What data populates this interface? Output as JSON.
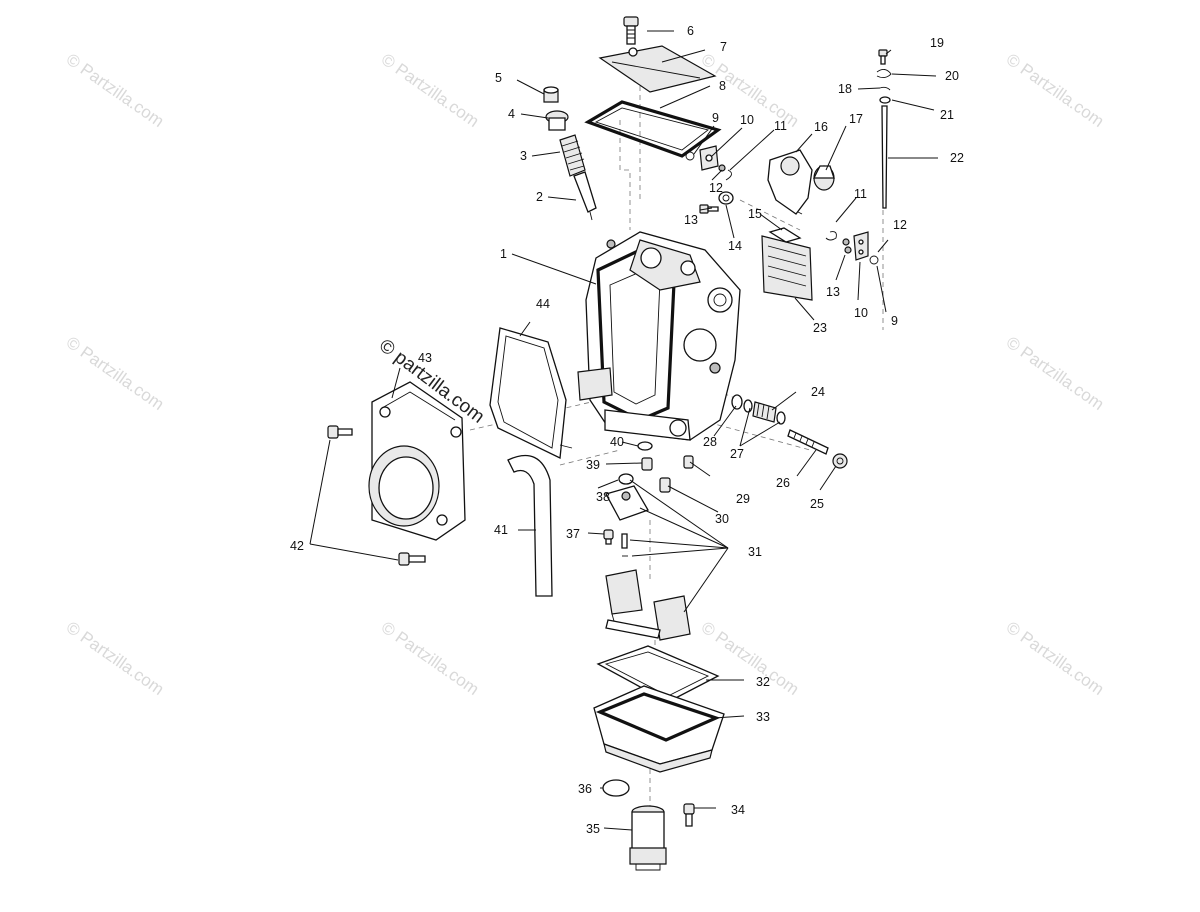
{
  "watermarks": {
    "repeat": "© Partzilla.com",
    "prominent": "© partzilla.com"
  },
  "callouts": {
    "c1": "1",
    "c2": "2",
    "c3": "3",
    "c4": "4",
    "c5": "5",
    "c6": "6",
    "c7": "7",
    "c8": "8",
    "c9a": "9",
    "c9b": "9",
    "c10a": "10",
    "c10b": "10",
    "c11a": "11",
    "c11b": "11",
    "c12a": "12",
    "c12b": "12",
    "c13a": "13",
    "c13b": "13",
    "c14": "14",
    "c15": "15",
    "c16": "16",
    "c17": "17",
    "c18": "18",
    "c19": "19",
    "c20": "20",
    "c21": "21",
    "c22": "22",
    "c23": "23",
    "c24": "24",
    "c25": "25",
    "c26": "26",
    "c27": "27",
    "c28": "28",
    "c29": "29",
    "c30": "30",
    "c31": "31",
    "c32": "32",
    "c33": "33",
    "c34": "34",
    "c35": "35",
    "c36": "36",
    "c37": "37",
    "c38": "38",
    "c39": "39",
    "c40": "40",
    "c41": "41",
    "c42": "42",
    "c43": "43",
    "c44": "44"
  }
}
